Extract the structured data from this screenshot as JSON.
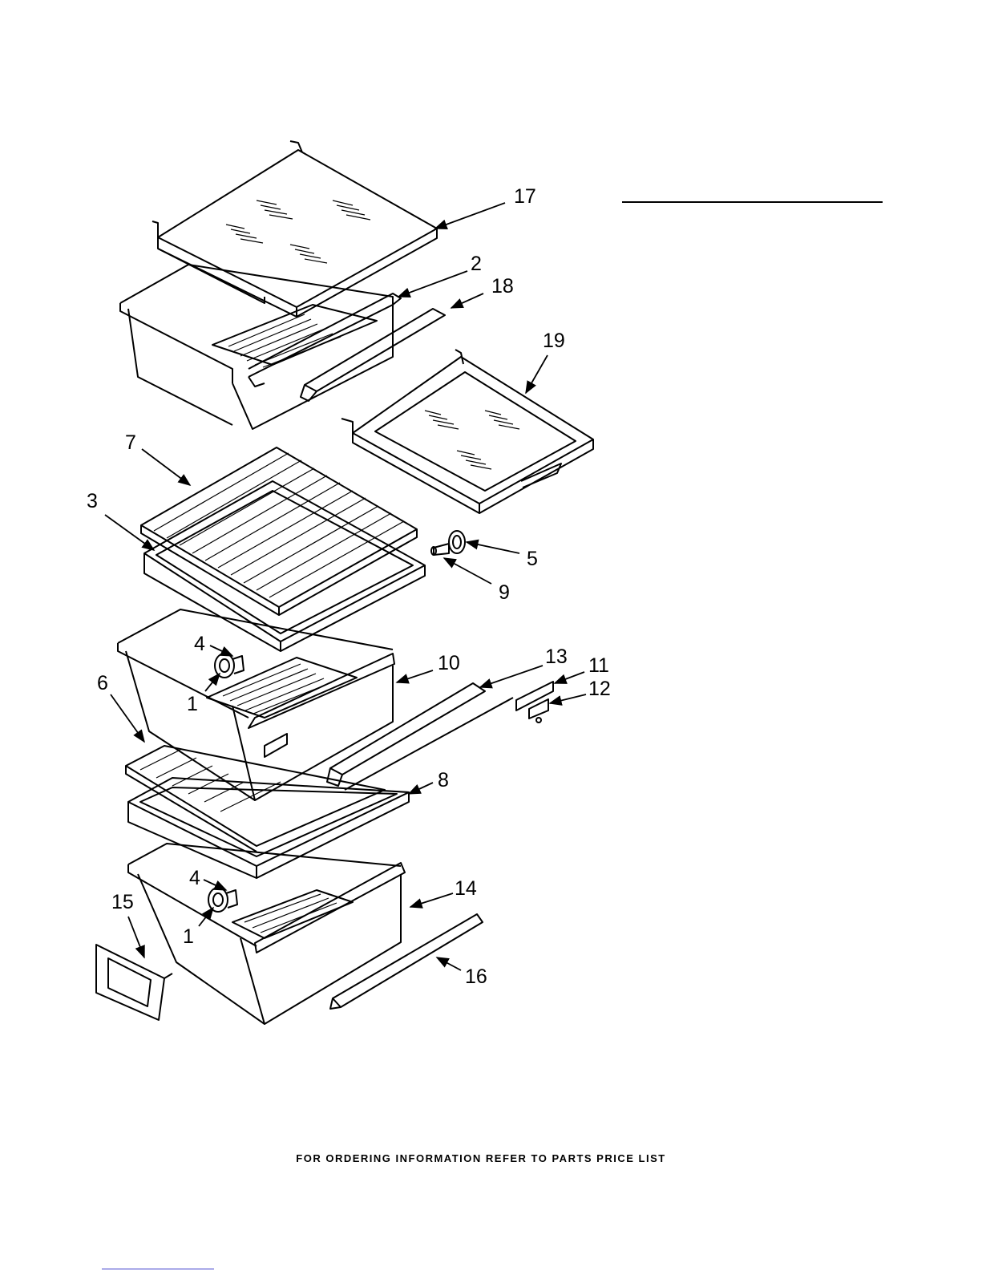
{
  "colors": {
    "line": "#000000",
    "paper": "#ffffff",
    "link": "#3a3acc"
  },
  "callouts": {
    "c17": "17",
    "c2": "2",
    "c18": "18",
    "c19": "19",
    "c7": "7",
    "c3": "3",
    "c5": "5",
    "c9": "9",
    "c4a": "4",
    "c1a": "1",
    "c10": "10",
    "c13": "13",
    "c11": "11",
    "c12": "12",
    "c6": "6",
    "c8": "8",
    "c4b": "4",
    "c1b": "1",
    "c15": "15",
    "c14": "14",
    "c16": "16"
  },
  "footer": {
    "note": "FOR ORDERING INFORMATION REFER TO PARTS PRICE LIST"
  }
}
